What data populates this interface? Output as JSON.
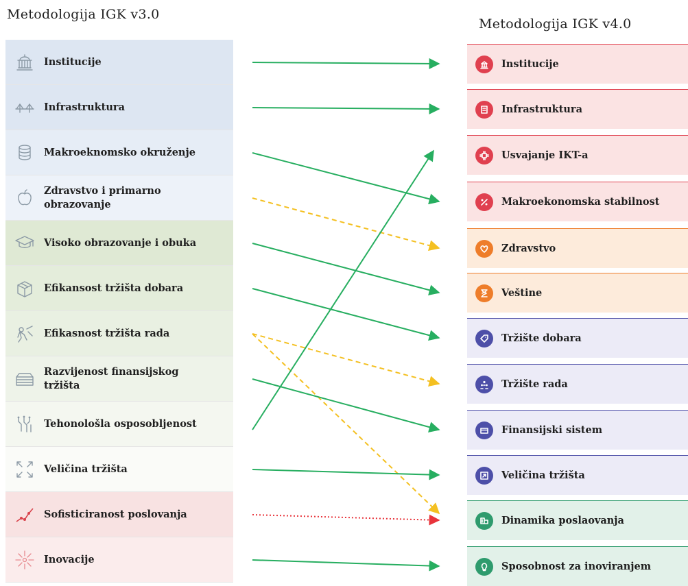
{
  "titles": {
    "left": "Metodologija IGK v3.0",
    "right": "Metodologija IGK v4.0"
  },
  "left": [
    {
      "label": "Institucije",
      "icon": "building-icon",
      "color": "#dde6f2"
    },
    {
      "label": "Infrastruktura",
      "icon": "bridge-icon",
      "color": "#dde6f2"
    },
    {
      "label": "Makroeknomsko okruženje",
      "icon": "coins-icon",
      "color": "#e6edf6"
    },
    {
      "label": "Zdravstvo i primarno obrazovanje",
      "icon": "apple-icon",
      "color": "#edf2f9"
    },
    {
      "label": "Visoko obrazovanje i obuka",
      "icon": "graduation-cap-icon",
      "color": "#dfe9d4"
    },
    {
      "label": "Efikansost tržišta dobara",
      "icon": "box-icon",
      "color": "#e4eddb"
    },
    {
      "label": "Efikasnost tržišta rada",
      "icon": "worker-icon",
      "color": "#e9f0e2"
    },
    {
      "label": "Razvijenost finansijskog tržišta",
      "icon": "wallet-icon",
      "color": "#eef3e9"
    },
    {
      "label": "Tehonološla osposobljenost",
      "icon": "circuit-icon",
      "color": "#f4f7f0"
    },
    {
      "label": "Veličina tržišta",
      "icon": "expand-icon",
      "color": "#fafbf8"
    },
    {
      "label": "Sofisticiranost poslovanja",
      "icon": "growth-line-icon",
      "color": "#f8e2e2"
    },
    {
      "label": "Inovacije",
      "icon": "spark-icon",
      "color": "#fbecec"
    }
  ],
  "right": [
    {
      "label": "Institucije",
      "icon": "building-icon",
      "color": "#fbe3e3",
      "accent": "#e0404f"
    },
    {
      "label": "Infrastruktura",
      "icon": "document-icon",
      "color": "#fbe3e3",
      "accent": "#e0404f"
    },
    {
      "label": "Usvajanje IKT-a",
      "icon": "chip-icon",
      "color": "#fbe3e3",
      "accent": "#e0404f"
    },
    {
      "label": "Makroekonomska stabilnost",
      "icon": "percent-icon",
      "color": "#fbe3e3",
      "accent": "#e0404f"
    },
    {
      "label": "Zdravstvo",
      "icon": "heart-icon",
      "color": "#fdebdb",
      "accent": "#ee7d2a"
    },
    {
      "label": "Veštine",
      "icon": "hourglass-icon",
      "color": "#fdebdb",
      "accent": "#ee7d2a"
    },
    {
      "label": "Tržište dobara",
      "icon": "tag-icon",
      "color": "#ecebf7",
      "accent": "#4d4fa8"
    },
    {
      "label": "Tržište rada",
      "icon": "people-icon",
      "color": "#ecebf7",
      "accent": "#4d4fa8"
    },
    {
      "label": "Finansijski sistem",
      "icon": "card-icon",
      "color": "#ecebf7",
      "accent": "#4d4fa8"
    },
    {
      "label": "Veličina tržišta",
      "icon": "resize-icon",
      "color": "#ecebf7",
      "accent": "#4d4fa8"
    },
    {
      "label": "Dinamika poslaovanja",
      "icon": "building-blocks-icon",
      "color": "#e2f1e9",
      "accent": "#2e9b6d"
    },
    {
      "label": "Sposobnost za inoviranjem",
      "icon": "bulb-icon",
      "color": "#e2f1e9",
      "accent": "#2e9b6d"
    }
  ],
  "mappings": [
    {
      "from": 0,
      "to": 0,
      "style": "solid",
      "color": "#27ae60"
    },
    {
      "from": 1,
      "to": 1,
      "style": "solid",
      "color": "#27ae60"
    },
    {
      "from": 2,
      "to": 3,
      "style": "solid",
      "color": "#27ae60"
    },
    {
      "from": 3,
      "to": 4,
      "style": "dashed",
      "color": "#f4c021"
    },
    {
      "from": 4,
      "to": 5,
      "style": "solid",
      "color": "#27ae60"
    },
    {
      "from": 5,
      "to": 6,
      "style": "solid",
      "color": "#27ae60"
    },
    {
      "from": 6,
      "to": 7,
      "style": "dashed",
      "color": "#f4c021"
    },
    {
      "from": 6,
      "to": 10,
      "style": "dashed",
      "color": "#f4c021"
    },
    {
      "from": 7,
      "to": 8,
      "style": "solid",
      "color": "#27ae60"
    },
    {
      "from": 8,
      "to": 2,
      "style": "solid",
      "color": "#27ae60"
    },
    {
      "from": 9,
      "to": 9,
      "style": "solid",
      "color": "#27ae60"
    },
    {
      "from": 10,
      "to": 10,
      "style": "dotted",
      "color": "#e8343b"
    },
    {
      "from": 11,
      "to": 11,
      "style": "solid",
      "color": "#27ae60"
    }
  ]
}
